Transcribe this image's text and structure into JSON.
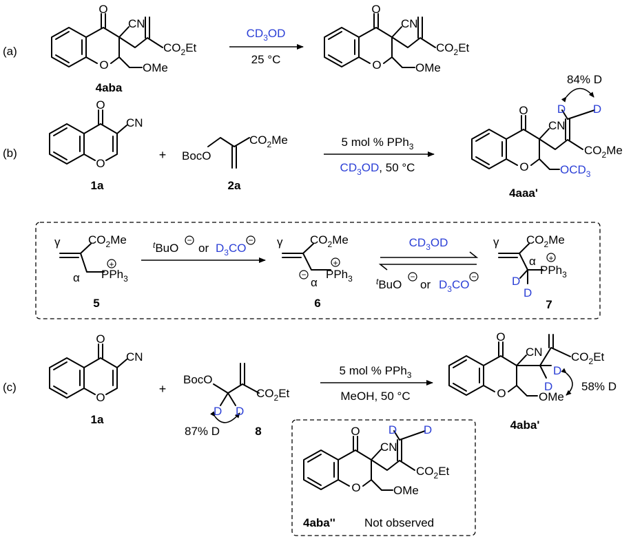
{
  "colors": {
    "text": "#000000",
    "deuterium": "#2b3fd6",
    "background": "#ffffff"
  },
  "panels": {
    "a": {
      "label": "(a)",
      "reagent_parts": [
        "CD",
        "3",
        "OD"
      ],
      "condition": "25 °C",
      "start": {
        "ketone_o": "O",
        "ring_o": "O",
        "nitrile": "CN",
        "ester_parts": [
          "CO",
          "2",
          "Et"
        ],
        "ome": "OMe",
        "id": "4aba"
      },
      "product": {
        "ketone_o": "O",
        "ring_o": "O",
        "nitrile": "CN",
        "ester_parts": [
          "CO",
          "2",
          "Et"
        ],
        "ome": "OMe"
      }
    },
    "b": {
      "label": "(b)",
      "plus": "+",
      "catalyst_parts": [
        "5 mol % PPh",
        "3"
      ],
      "condition_parts": [
        "CD",
        "3",
        "OD",
        ", 50 °C"
      ],
      "chromone": {
        "ketone_o": "O",
        "ring_o": "O",
        "nitrile": "CN",
        "id": "1a"
      },
      "carbonate": {
        "boco": "BocO",
        "ester_parts": [
          "CO",
          "2",
          "Me"
        ],
        "id": "2a"
      },
      "product": {
        "ketone_o": "O",
        "ring_o": "O",
        "nitrile": "CN",
        "ester_parts": [
          "CO",
          "2",
          "Me"
        ],
        "ocd3_parts": [
          "OCD",
          "3"
        ],
        "d1": "D",
        "d2": "D",
        "deuteration": "84% D",
        "id": "4aaa'"
      }
    },
    "mechanism": {
      "gamma": "γ",
      "alpha": "α",
      "plus_charge": "+",
      "minus_charge": "−",
      "ester_parts": [
        "CO",
        "2",
        "Me"
      ],
      "phosphonium_parts": [
        "PPh",
        "3"
      ],
      "base1_parts": [
        "t",
        "BuO"
      ],
      "or": "or",
      "base2_parts": [
        "D",
        "3",
        "CO"
      ],
      "solvent_parts": [
        "CD",
        "3",
        "OD"
      ],
      "d1": "D",
      "d2": "D",
      "ids": [
        "5",
        "6",
        "7"
      ]
    },
    "c": {
      "label": "(c)",
      "plus": "+",
      "catalyst_parts": [
        "5 mol % PPh",
        "3"
      ],
      "condition": "MeOH, 50 °C",
      "chromone": {
        "ketone_o": "O",
        "ring_o": "O",
        "nitrile": "CN",
        "id": "1a"
      },
      "carbonate": {
        "boco": "BocO",
        "ester_parts": [
          "CO",
          "2",
          "Et"
        ],
        "d1": "D",
        "d2": "D",
        "deuteration": "87% D",
        "id": "8"
      },
      "product": {
        "ketone_o": "O",
        "ring_o": "O",
        "nitrile": "CN",
        "ester_parts": [
          "CO",
          "2",
          "Et"
        ],
        "ome": "OMe",
        "d1": "D",
        "d2": "D",
        "deuteration": "58% D",
        "id": "4aba'"
      },
      "not_observed": {
        "ketone_o": "O",
        "ring_o": "O",
        "nitrile": "CN",
        "ester_parts": [
          "CO",
          "2",
          "Et"
        ],
        "ome": "OMe",
        "d1": "D",
        "d2": "D",
        "id": "4aba''",
        "note": "Not observed"
      }
    }
  }
}
